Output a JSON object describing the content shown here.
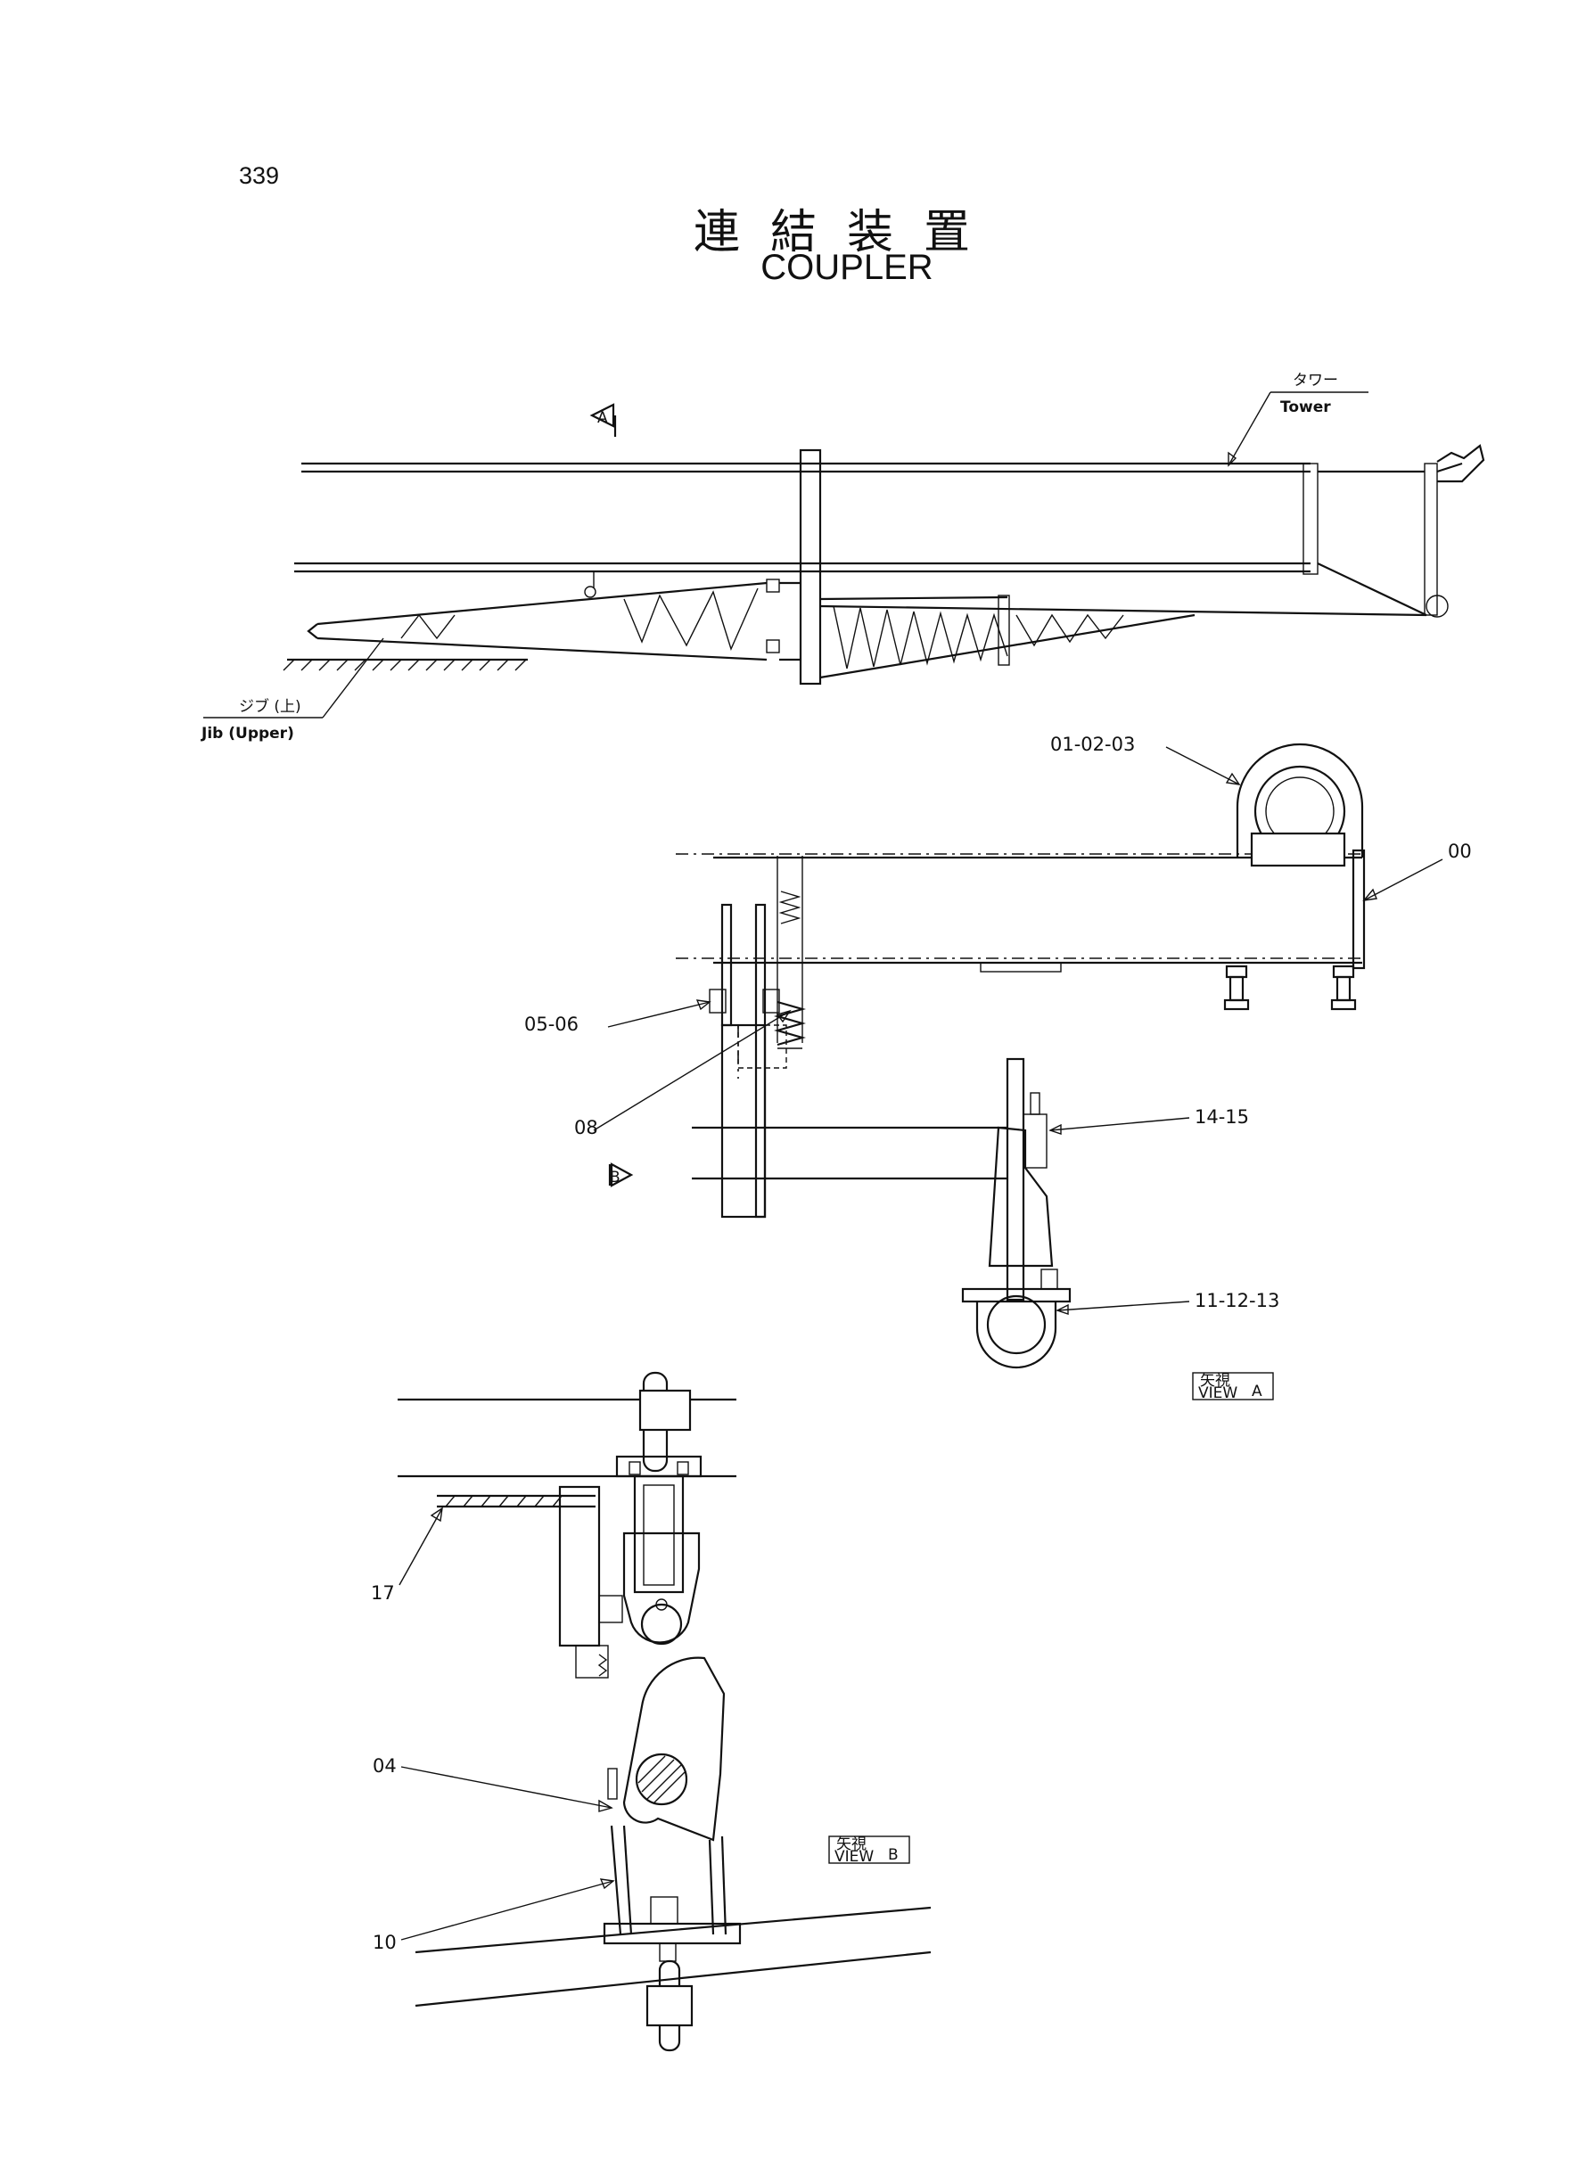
{
  "page_number": "339",
  "title_jp": "連結装置",
  "title_en": "COUPLER",
  "labels": {
    "tower_jp": "タワー",
    "tower_en": "Tower",
    "jib_jp": "ジブ (上)",
    "jib_en": "Jib (Upper)",
    "view_a_marker": "A",
    "view_b_marker": "B",
    "view_a_jp": "矢視",
    "view_a_en": "VIEW",
    "view_a_letter": "A",
    "view_b_jp": "矢視",
    "view_b_en": "VIEW",
    "view_b_letter": "B"
  },
  "callouts": {
    "c_01_02_03": "01-02-03",
    "c_00": "00",
    "c_05_06": "05-06",
    "c_08": "08",
    "c_14_15": "14-15",
    "c_11_12_13": "11-12-13",
    "c_17": "17",
    "c_04": "04",
    "c_10": "10"
  }
}
